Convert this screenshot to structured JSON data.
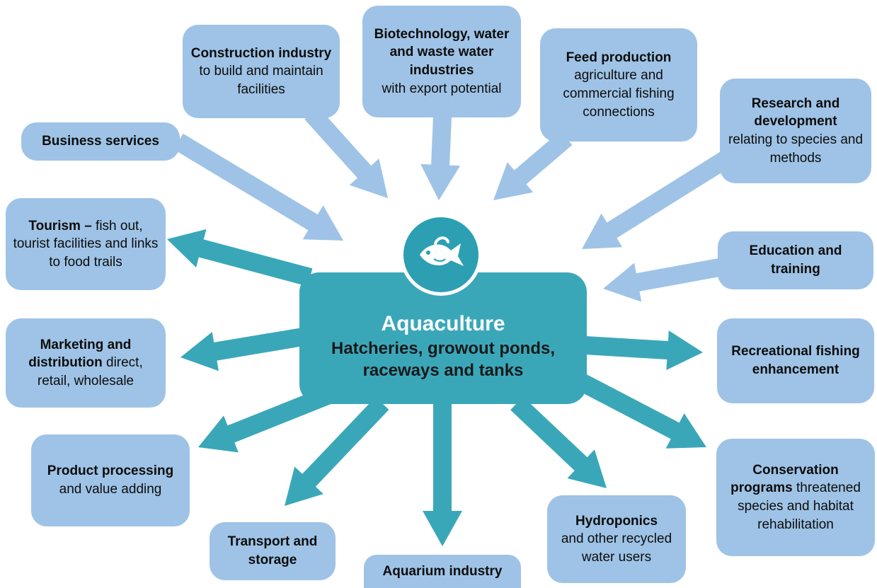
{
  "center": {
    "title": "Aquaculture",
    "subtitle_1": "Hatcheries, growout ponds,",
    "subtitle_2": "raceways and tanks",
    "icon": "fish-icon"
  },
  "colors": {
    "inbound_box": "#9ec3e6",
    "inbound_arrow": "#9ec3e6",
    "outbound_arrow": "#3aa7b9",
    "center": "#3aa7b9"
  },
  "inputs": {
    "construction": {
      "bold": "Construction industry",
      "text": " to build and maintain facilities"
    },
    "biotech": {
      "bold": "Biotechnology, water and waste water industries",
      "text": "with export potential"
    },
    "feed": {
      "bold": "Feed production",
      "text": "agriculture and commercial fishing connections"
    },
    "business": {
      "bold": "Business services",
      "text": ""
    },
    "research": {
      "bold": "Research and development",
      "text": "relating to species and methods"
    },
    "education": {
      "bold": "Education and training",
      "text": ""
    }
  },
  "outputs": {
    "tourism": {
      "bold": "Tourism –",
      "text": " fish out, tourist facilities and links to food trails"
    },
    "marketing": {
      "bold": "Marketing and distribution",
      "text": " direct, retail, wholesale"
    },
    "processing": {
      "bold": "Product processing",
      "text": " and value adding"
    },
    "transport": {
      "bold": "Transport and storage",
      "text": ""
    },
    "aquarium": {
      "bold": "Aquarium industry",
      "text": ""
    },
    "hydroponics": {
      "bold": "Hydroponics",
      "text": "and other recycled water users"
    },
    "recreational": {
      "bold": "Recreational fishing enhancement",
      "text": ""
    },
    "conservation": {
      "bold": "Conservation programs",
      "text": " threatened species and habitat rehabilitation"
    }
  }
}
